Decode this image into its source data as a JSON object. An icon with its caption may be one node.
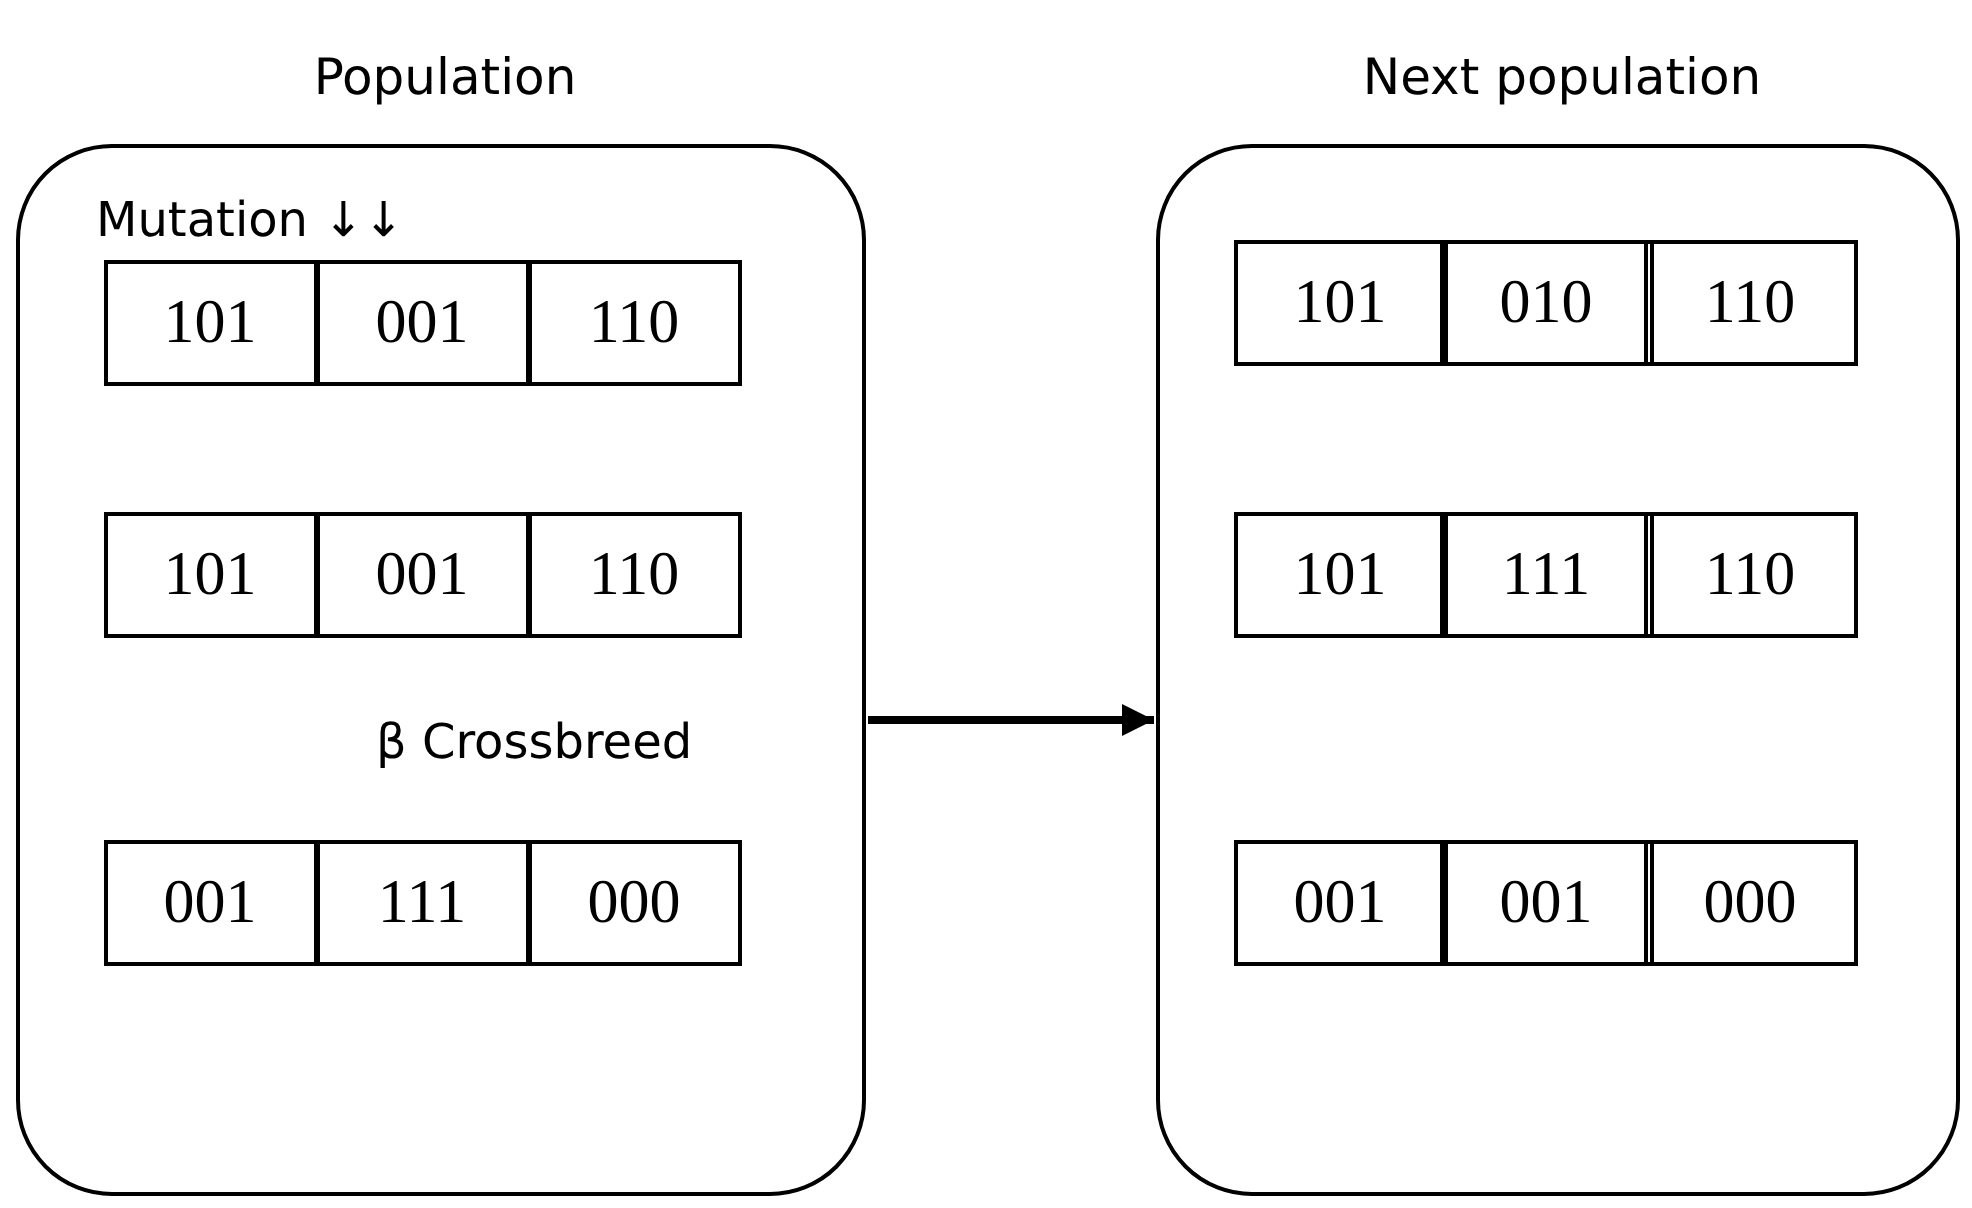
{
  "diagram": {
    "nodes": [
      {
        "text": [
          "Population",
          "Mutation ↓↓",
          "β Crossbreed"
        ]
      },
      {
        "text": [
          "101"
        ],
        "in": 0
      },
      {
        "text": [
          "001"
        ],
        "in": 0
      },
      {
        "text": [
          "110"
        ],
        "in": 0
      },
      {
        "text": [
          "101"
        ],
        "in": 0
      },
      {
        "text": [
          "001"
        ],
        "in": 0
      },
      {
        "text": [
          "110"
        ],
        "in": 0
      },
      {
        "text": [
          "001"
        ],
        "in": 0
      },
      {
        "text": [
          "111"
        ],
        "in": 0
      },
      {
        "text": [
          "000"
        ],
        "in": 0
      },
      {
        "text": [
          "Next population"
        ]
      },
      {
        "text": [
          "101"
        ],
        "in": 10
      },
      {
        "text": [
          "010"
        ],
        "in": 10
      },
      {
        "text": [
          "110"
        ],
        "in": 10
      },
      {
        "text": [
          "101"
        ],
        "in": 10
      },
      {
        "text": [
          "111"
        ],
        "in": 10
      },
      {
        "text": [
          "110"
        ],
        "in": 10
      },
      {
        "text": [
          "001"
        ],
        "in": 10
      },
      {
        "text": [
          "001"
        ],
        "in": 10
      },
      {
        "text": [
          "000"
        ],
        "in": 10
      }
    ],
    "edges": [
      {
        "from": 0,
        "to": 10,
        "arrow": "to"
      }
    ]
  }
}
